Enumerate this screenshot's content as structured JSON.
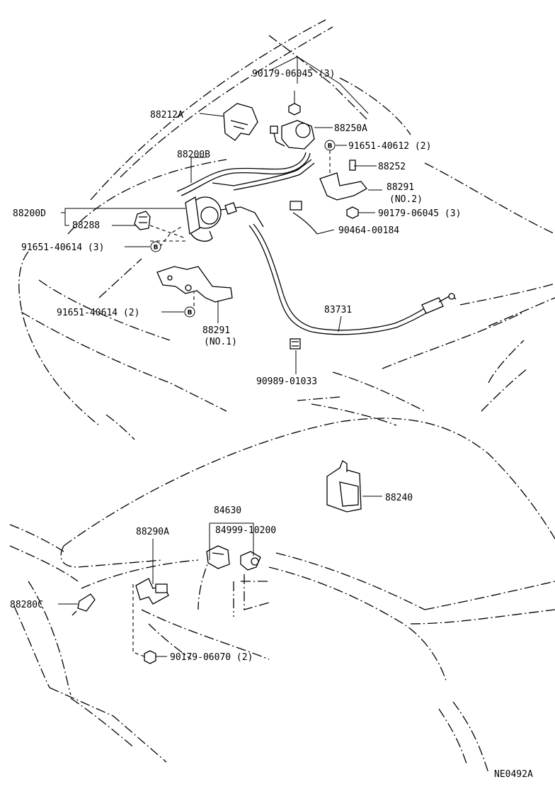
{
  "diagram_code": "NE0492A",
  "marker_letter": "B",
  "labels": {
    "p90179_06045_top": "90179-06045 (3)",
    "p88212A": "88212A",
    "p88250A": "88250A",
    "p91651_40612": "91651-40612 (2)",
    "p88200B": "88200B",
    "p88252": "88252",
    "p88291_no2_a": "88291",
    "p88291_no2_b": "(NO.2)",
    "p88200D": "88200D",
    "p90179_06045_mid": "90179-06045 (3)",
    "p88288": "88288",
    "p90464_00184": "90464-00184",
    "p91651_40614_a": "91651-40614 (3)",
    "p91651_40614_b": "91651-40614 (2)",
    "p83731": "83731",
    "p88291_no1_a": "88291",
    "p88291_no1_b": "(NO.1)",
    "p90989_01033": "90989-01033",
    "p88240": "88240",
    "p84630": "84630",
    "p88290A": "88290A",
    "p84999_10200": "84999-10200",
    "p88280C": "88280C",
    "p90179_06070": "90179-06070 (2)"
  }
}
